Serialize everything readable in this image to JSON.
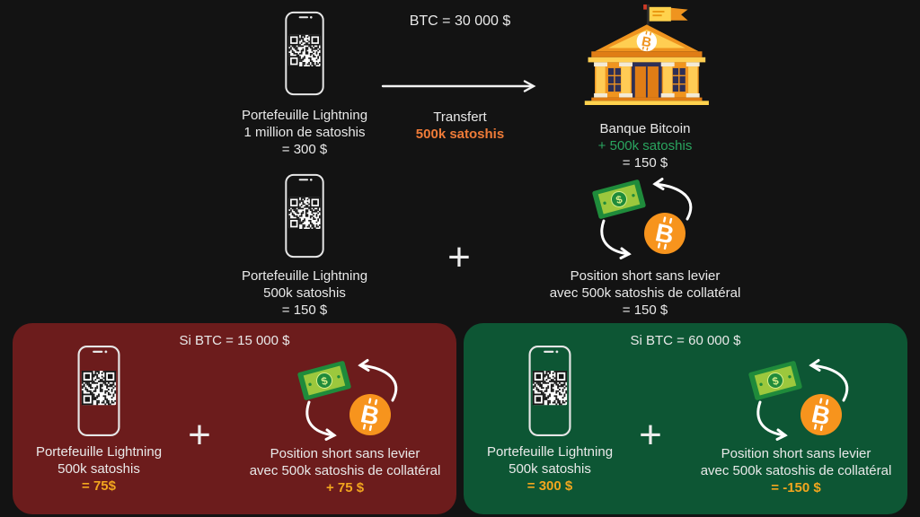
{
  "colors": {
    "background": "#131313",
    "text": "#e9e9e9",
    "orange_accent": "#ef7b38",
    "amber_value": "#f2a61e",
    "green_accent": "#2aa55f",
    "bitcoin_orange": "#f7941d",
    "bank_orange": "#ef941f",
    "panel_red": "#6c1c1c",
    "panel_green": "#0d5634"
  },
  "icons": {
    "phone-icon": "smartphone-with-qr-code",
    "bank-icon": "bank-building-with-bitcoin-pediment-and-flag",
    "exchange-icon": "dollar-bill-bitcoin-cycle-arrows",
    "transfer-arrow-icon": "right-arrow",
    "plus-icon": "+"
  },
  "top": {
    "btc_price": "BTC = 30 000 $",
    "wallet": {
      "line1": "Portefeuille Lightning",
      "line2": "1 million de satoshis",
      "line3": "= 300 $"
    },
    "transfer": {
      "label": "Transfert",
      "amount": "500k satoshis"
    },
    "bank": {
      "name": "Banque Bitcoin",
      "change": "+ 500k satoshis",
      "value": "= 150 $"
    }
  },
  "middle": {
    "wallet": {
      "line1": "Portefeuille Lightning",
      "line2": "500k satoshis",
      "line3": "= 150 $"
    },
    "plus": "+",
    "position": {
      "line1": "Position short sans levier",
      "line2": "avec 500k satoshis de collatéral",
      "value": "= 150 $"
    }
  },
  "scenarios": [
    {
      "title": "Si BTC = 15 000 $",
      "wallet": {
        "line1": "Portefeuille Lightning",
        "line2": "500k satoshis",
        "value": "= 75$"
      },
      "plus": "+",
      "position": {
        "line1": "Position short sans levier",
        "line2": "avec 500k satoshis de collatéral",
        "value": "+ 75 $"
      }
    },
    {
      "title": "Si BTC = 60 000 $",
      "wallet": {
        "line1": "Portefeuille Lightning",
        "line2": "500k satoshis",
        "value": "= 300 $"
      },
      "plus": "+",
      "position": {
        "line1": "Position short sans levier",
        "line2": "avec 500k satoshis de collatéral",
        "value": "= -150 $"
      }
    }
  ]
}
